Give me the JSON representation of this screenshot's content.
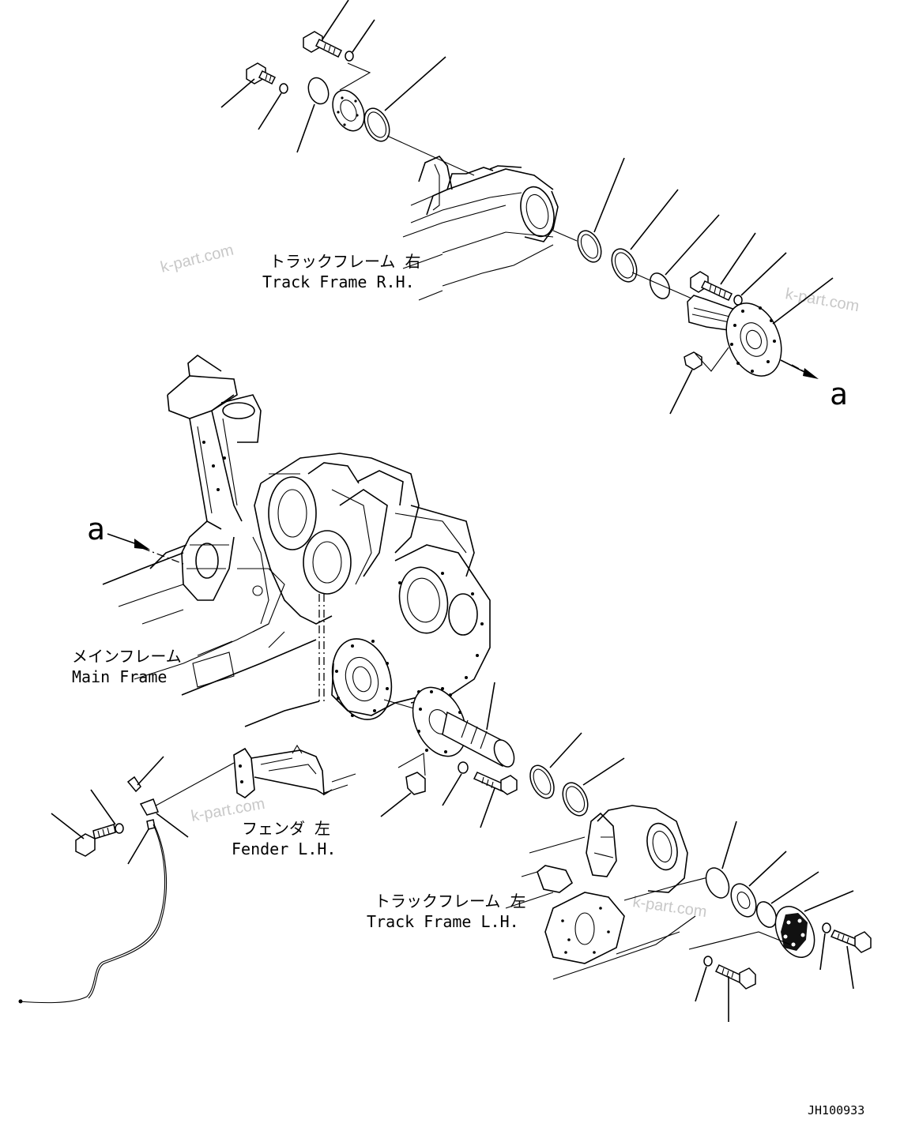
{
  "labels": {
    "track_frame_rh_jp": "トラックフレーム 右",
    "track_frame_rh_en": "Track Frame R.H.",
    "main_frame_jp": "メインフレーム",
    "main_frame_en": "Main Frame",
    "fender_lh_jp": "フェンダ 左",
    "fender_lh_en": "Fender L.H.",
    "track_frame_lh_jp": "トラックフレーム 左",
    "track_frame_lh_en": "Track Frame L.H.",
    "ref_a_top": "a",
    "ref_a_left": "a",
    "drawing_id": "JH100933"
  },
  "watermarks": [
    "k-part.com",
    "k-part.com",
    "k-part.com",
    "k-part.com"
  ]
}
